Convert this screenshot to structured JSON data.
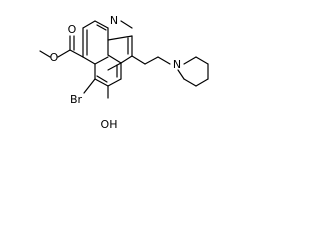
{
  "molecule": {
    "atom_labels": {
      "nitrogen_quinoline": "N",
      "nitrogen_piperidine": "N",
      "ester_carbonyl_oxygen": "O",
      "ester_ether_oxygen": "O",
      "bromine": "Br",
      "hydroxyl": "OH"
    }
  }
}
